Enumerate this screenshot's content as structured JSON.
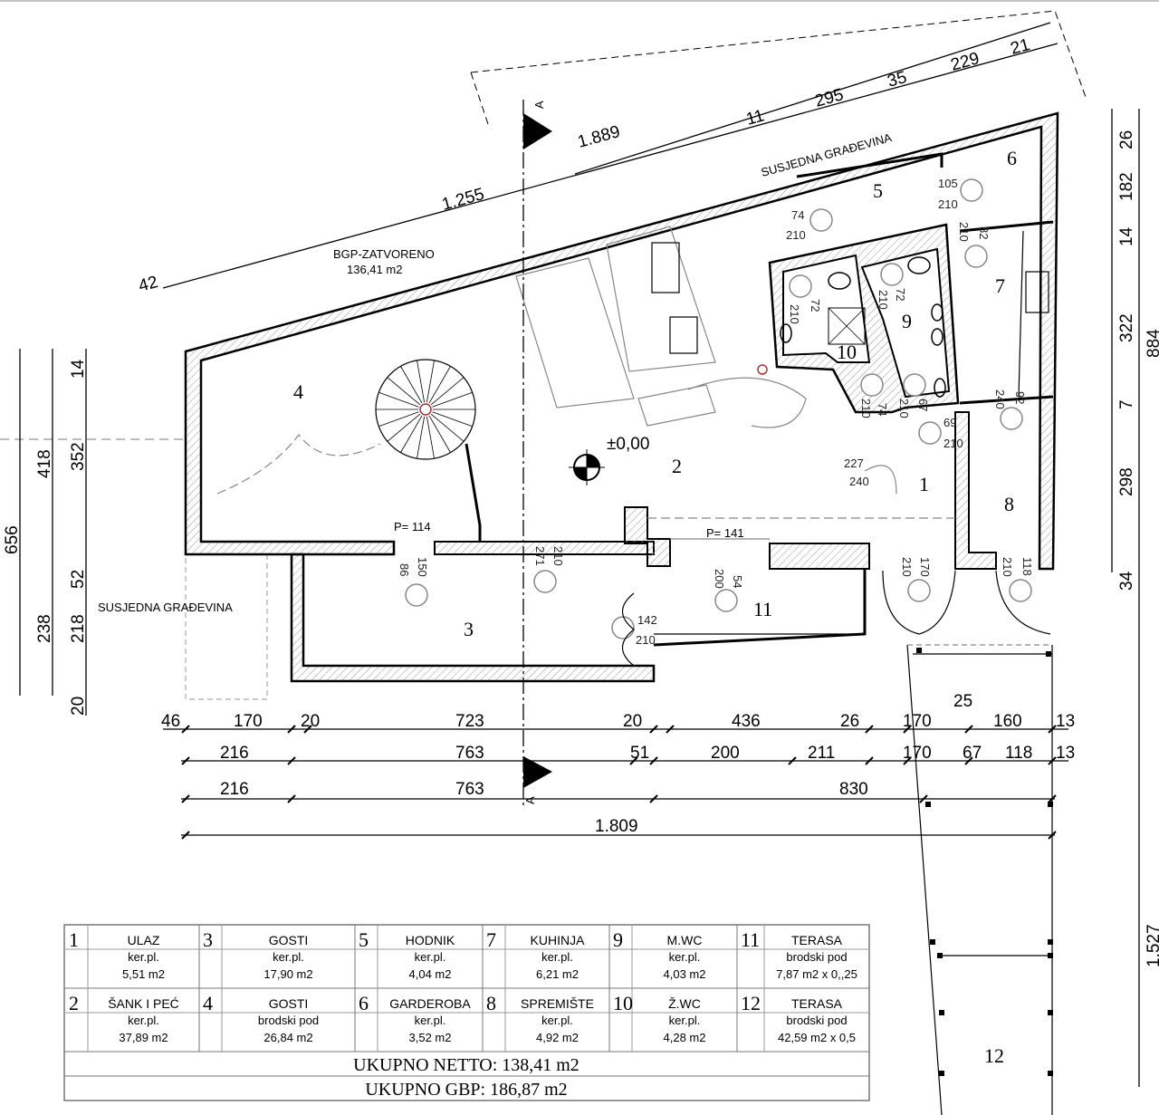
{
  "plan": {
    "labels": {
      "neighbor_top": "SUSJEDNA GRAĐEVINA",
      "neighbor_left": "SUSJEDNA GRAĐEVINA",
      "bgp_title": "BGP-ZATVORENO",
      "bgp_area": "136,41 m2",
      "level": "±0,00",
      "p114": "P= 114",
      "p141": "P= 141",
      "section_top": "A",
      "section_bottom": "A"
    },
    "rooms": [
      "1",
      "2",
      "3",
      "4",
      "5",
      "6",
      "7",
      "8",
      "9",
      "10",
      "11",
      "12"
    ],
    "doors": [
      {
        "w": "105",
        "h": "210"
      },
      {
        "w": "74",
        "h": "210"
      },
      {
        "w": "82",
        "h": "210"
      },
      {
        "w": "72",
        "h": "210"
      },
      {
        "w": "72",
        "h": "210"
      },
      {
        "w": "74",
        "h": "210"
      },
      {
        "w": "67",
        "h": "210"
      },
      {
        "w": "69",
        "h": "210"
      },
      {
        "w": "92",
        "h": "240"
      },
      {
        "w": "227",
        "h": "240"
      },
      {
        "w": "170",
        "h": "210"
      },
      {
        "w": "118",
        "h": "210"
      },
      {
        "w": "86",
        "h": "150"
      },
      {
        "w": "271",
        "h": "210"
      },
      {
        "w": "200",
        "h": "54"
      },
      {
        "w": "142",
        "h": "210"
      }
    ],
    "dims_top": [
      "42",
      "1.255",
      "1.889",
      "11",
      "295",
      "35",
      "229",
      "21"
    ],
    "dims_row1": [
      "46",
      "170",
      "20",
      "723",
      "20",
      "436",
      "26",
      "170",
      "25",
      "160",
      "13"
    ],
    "dims_row2": [
      "216",
      "763",
      "51",
      "200",
      "211",
      "170",
      "67",
      "118",
      "13"
    ],
    "dims_row3": [
      "216",
      "763",
      "830"
    ],
    "dims_row4": [
      "1.809"
    ],
    "dims_right": [
      "26",
      "182",
      "14",
      "322",
      "7",
      "298",
      "34",
      "884",
      "1.527"
    ],
    "dims_left": [
      "656",
      "418",
      "238",
      "14",
      "352",
      "52",
      "218",
      "20"
    ]
  },
  "table": {
    "rows": [
      [
        {
          "num": "1",
          "name": "ULAZ",
          "floor": "ker.pl.",
          "area": "5,51 m2"
        },
        {
          "num": "3",
          "name": "GOSTI",
          "floor": "ker.pl.",
          "area": "17,90 m2"
        },
        {
          "num": "5",
          "name": "HODNIK",
          "floor": "ker.pl.",
          "area": "4,04 m2"
        },
        {
          "num": "7",
          "name": "KUHINJA",
          "floor": "ker.pl.",
          "area": "6,21 m2"
        },
        {
          "num": "9",
          "name": "M.WC",
          "floor": "ker.pl.",
          "area": "4,03 m2"
        },
        {
          "num": "11",
          "name": "TERASA",
          "floor": "brodski pod",
          "area": "7,87 m2 x 0,,25"
        }
      ],
      [
        {
          "num": "2",
          "name": "ŠANK I PEĆ",
          "floor": "ker.pl.",
          "area": "37,89 m2"
        },
        {
          "num": "4",
          "name": "GOSTI",
          "floor": "brodski pod",
          "area": "26,84 m2"
        },
        {
          "num": "6",
          "name": "GARDEROBA",
          "floor": "ker.pl.",
          "area": "3,52 m2"
        },
        {
          "num": "8",
          "name": "SPREMIŠTE",
          "floor": "ker.pl.",
          "area": "4,92 m2"
        },
        {
          "num": "10",
          "name": "Ž.WC",
          "floor": "ker.pl.",
          "area": "4,28 m2"
        },
        {
          "num": "12",
          "name": "TERASA",
          "floor": "brodski pod",
          "area": "42,59 m2  x 0,5"
        }
      ]
    ],
    "total_netto": "UKUPNO NETTO: 138,41 m2",
    "total_gbp": "UKUPNO GBP: 186,87 m2"
  }
}
